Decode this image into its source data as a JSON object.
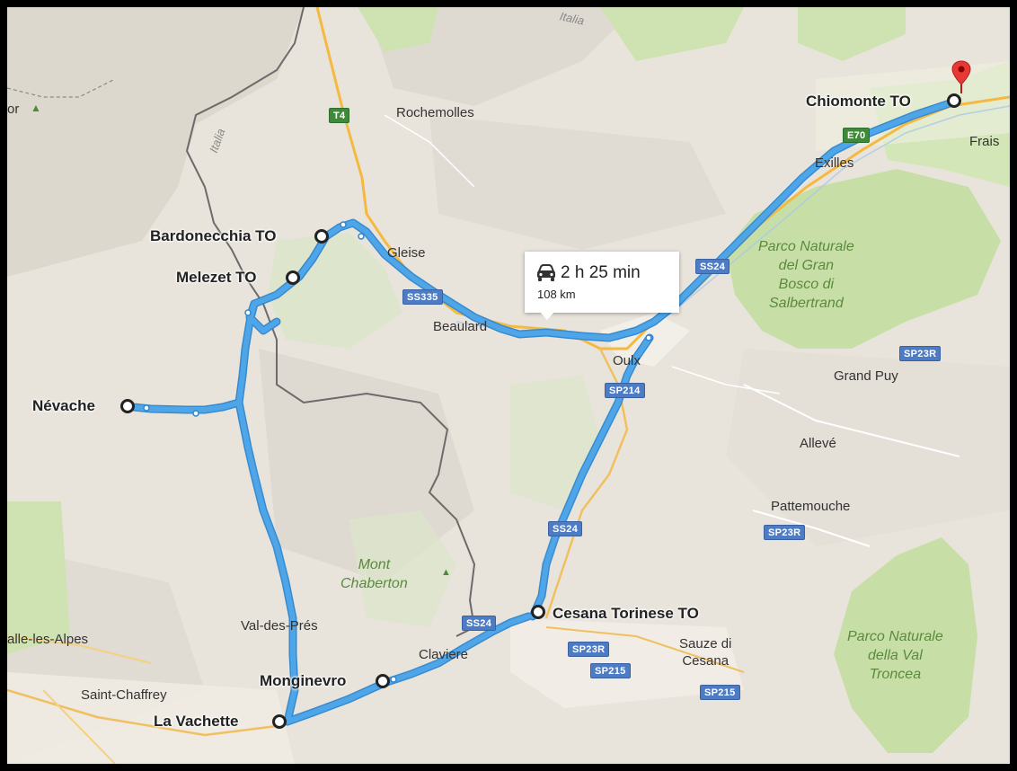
{
  "colors": {
    "route": "#4ea6e8",
    "land": "#e8e4dc",
    "park": "#c7dfa6",
    "road_major": "#f5b942",
    "border": "#5a5a5a",
    "shield_blue": "#4d7cc4",
    "shield_green": "#3e8a3a",
    "pin": "#e53935"
  },
  "route_info": {
    "icon": "car-icon",
    "duration": "2 h 25 min",
    "distance": "108 km"
  },
  "waypoints": {
    "chiomonte": "Chiomonte TO",
    "bardonecchia": "Bardonecchia TO",
    "melezet": "Melezet TO",
    "nevache": "Névache",
    "cesana": "Cesana Torinese TO",
    "monginevro": "Monginevro",
    "la_vachette": "La Vachette"
  },
  "places": {
    "italia_top": "Italia",
    "italia_left": "Italia",
    "rochemolles": "Rochemolles",
    "gleise": "Gleise",
    "beaulard": "Beaulard",
    "oulx": "Oulx",
    "exilles": "Exilles",
    "frais": "Frais",
    "grand_puy": "Grand Puy",
    "alleve": "Allevé",
    "pattemouche": "Pattemouche",
    "val_des_pres": "Val-des-Prés",
    "claviere": "Claviere",
    "sauze_di_cesana": "Sauze di\nCesana",
    "saint_chaffrey": "Saint-Chaffrey",
    "villard_les_alpes": "alle-les-Alpes",
    "peak_left": "or",
    "mont_chaberton": "Mont\nChaberton"
  },
  "parks": {
    "gran_bosco": "Parco Naturale\ndel Gran\nBosco di\nSalbertrand",
    "val_troncea": "Parco Naturale\ndella Val\nTroncea"
  },
  "road_shields": {
    "t4": "T4",
    "e70": "E70",
    "ss24_top": "SS24",
    "ss335": "SS335",
    "sp214": "SP214",
    "ss24_mid": "SS24",
    "ss24_low": "SS24",
    "sp23r_right": "SP23R",
    "sp23r_mid": "SP23R",
    "sp23r_low": "SP23R",
    "sp215_a": "SP215",
    "sp215_b": "SP215"
  }
}
